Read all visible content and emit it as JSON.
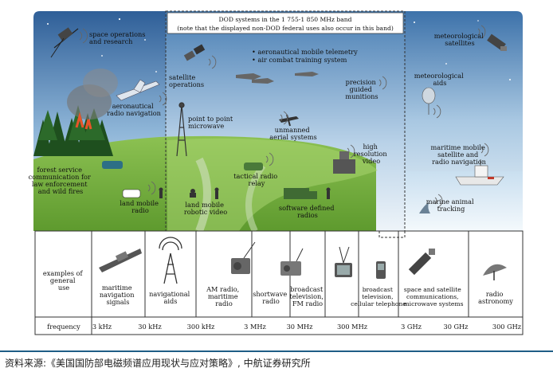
{
  "band_box": {
    "line1": "DOD systems in the 1 755-1 850 MHz band",
    "line2": "(note that the displayed non-DOD federal uses also occur in this band)"
  },
  "scene_labels": {
    "space_ops": [
      "space operations",
      "and research"
    ],
    "met_satellites": [
      "meteorological",
      "satellites"
    ],
    "satellite_ops": [
      "satellite",
      "operations"
    ],
    "aero_bullets": [
      "aeronautical mobile telemetry",
      "air combat training system"
    ],
    "precision": [
      "precision",
      "guided",
      "munitions"
    ],
    "met_aids": [
      "meteorological",
      "aids"
    ],
    "aero_nav": [
      "aeronautical",
      "radio navigation"
    ],
    "p2p": [
      "point to point",
      "microwave"
    ],
    "uav": [
      "unmanned",
      "aerial systems"
    ],
    "hires": [
      "high",
      "resolution",
      "video"
    ],
    "maritime_mobile": [
      "maritime mobile",
      "satellite and",
      "radio navigation"
    ],
    "forest": [
      "forest service",
      "communication for",
      "law enforcement",
      "and wild fires"
    ],
    "tactical": [
      "tactical radio",
      "relay"
    ],
    "land_mobile_radio": [
      "land mobile",
      "radio"
    ],
    "land_mobile_robotic": [
      "land mobile",
      "robotic video"
    ],
    "sdr": [
      "software defined",
      "radios"
    ],
    "marine_animal": [
      "marine animal",
      "tracking"
    ]
  },
  "uses_header": [
    "examples of",
    "general",
    "use"
  ],
  "uses": [
    {
      "icon": "ship-icon",
      "label": [
        "maritime",
        "navigation",
        "signals"
      ]
    },
    {
      "icon": "radio-tower-icon",
      "label": [
        "navigational",
        "aids"
      ]
    },
    {
      "icon": "radio-icon",
      "label": [
        "AM radio,",
        "maritime",
        "radio"
      ]
    },
    {
      "icon": "shortwave-radio-icon",
      "label": [
        "shortwave",
        "radio"
      ]
    },
    {
      "icon": "television-icon",
      "label": [
        "broadcast",
        "television,",
        "FM radio"
      ]
    },
    {
      "icon": "cellphone-icon",
      "label": [
        "broadcast",
        "television,",
        "cellular telephone"
      ]
    },
    {
      "icon": "satellite-icon",
      "label": [
        "space and satellite",
        "communications,",
        "microwave systems"
      ]
    },
    {
      "icon": "dish-antenna-icon",
      "label": [
        "radio",
        "astronomy"
      ]
    }
  ],
  "frequency_header": "frequency",
  "frequencies": [
    "3 kHz",
    "30 kHz",
    "300 kHz",
    "3 MHz",
    "30 MHz",
    "300 MHz",
    "3 GHz",
    "30 GHz",
    "300 GHz"
  ],
  "caption": "资料来源:《美国国防部电磁频谱应用现状与应对策略》, 中航证券研究所",
  "colors": {
    "sky_top": "#3d6fa6",
    "sky_bottom": "#d8e8f3",
    "grass": "#7cb342",
    "grass_light": "#a5d16b",
    "rule": "#1f5e86"
  }
}
